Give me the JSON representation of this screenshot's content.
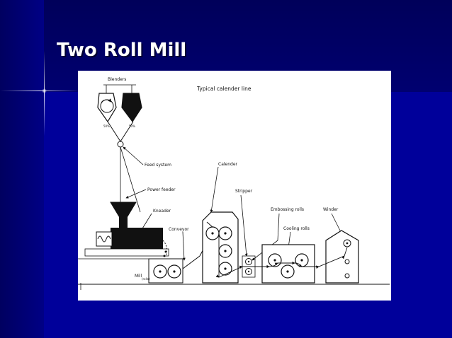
{
  "slide": {
    "title": "Two Roll Mill",
    "colors": {
      "background": "#00009a",
      "title": "#ffffff",
      "figure_bg": "#ffffff"
    }
  },
  "figure": {
    "heading": "Typical calender line",
    "labels": {
      "blenders": "Blenders",
      "feed_system": "Feed system",
      "power_feeder": "Power feeder",
      "kneader": "Kneader",
      "conveyor": "Conveyor",
      "calender": "Calender",
      "stripper": "Stripper",
      "embossing_rolls": "Embossing rolls",
      "cooling_rolls": "Cooling rolls",
      "winder": "Winder",
      "mill": "Mill",
      "mill_sub": "(rolls)",
      "blender_left_pct": "50%",
      "blender_right_pct": "50%"
    }
  }
}
